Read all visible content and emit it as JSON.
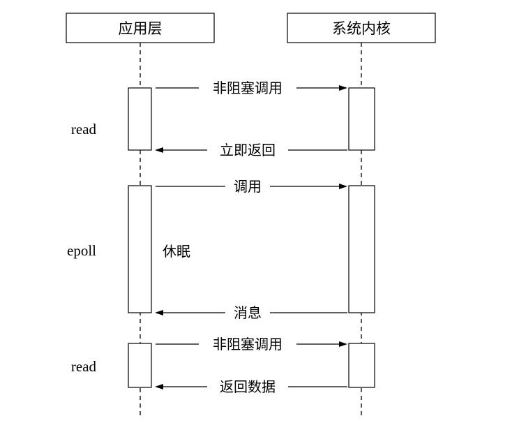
{
  "participants": {
    "app": "应用层",
    "kernel": "系统内核"
  },
  "sections": [
    {
      "label": "read",
      "messages": [
        {
          "text": "非阻塞调用",
          "direction": "to-kernel"
        },
        {
          "text": "立即返回",
          "direction": "to-app"
        }
      ]
    },
    {
      "label": "epoll",
      "note": "休眠",
      "messages": [
        {
          "text": "调用",
          "direction": "to-kernel"
        },
        {
          "text": "消息",
          "direction": "to-app"
        }
      ]
    },
    {
      "label": "read",
      "messages": [
        {
          "text": "非阻塞调用",
          "direction": "to-kernel"
        },
        {
          "text": "返回数据",
          "direction": "to-app"
        }
      ]
    }
  ]
}
